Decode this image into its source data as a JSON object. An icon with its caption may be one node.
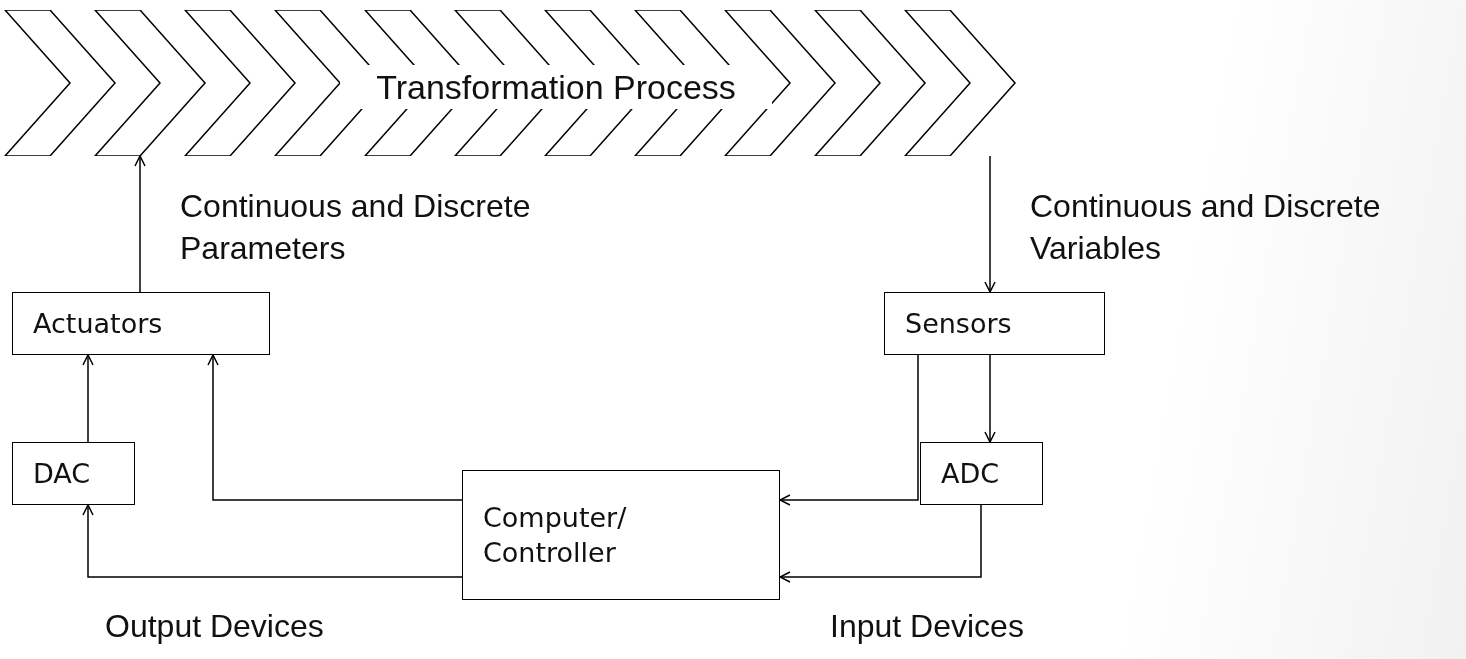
{
  "diagram": {
    "nodes": [
      {
        "text": [
          "Transformation Process"
        ]
      },
      {
        "text": [
          "Actuators"
        ]
      },
      {
        "text": [
          "Sensors"
        ]
      },
      {
        "text": [
          "DAC"
        ]
      },
      {
        "text": [
          "ADC"
        ]
      },
      {
        "text": [
          "Computer/ Controller"
        ]
      }
    ],
    "edges": [
      {
        "from": 1,
        "to": 0,
        "arrow": "to",
        "label": "Continuous and Discrete Parameters"
      },
      {
        "from": 0,
        "to": 2,
        "arrow": "to",
        "label": "Continuous and Discrete Variables"
      },
      {
        "from": 3,
        "to": 1,
        "arrow": "to"
      },
      {
        "from": 2,
        "to": 4,
        "arrow": "to"
      },
      {
        "from": 2,
        "to": 5,
        "arrow": "to"
      },
      {
        "from": 4,
        "to": 5,
        "arrow": "to"
      },
      {
        "from": 5,
        "to": 1,
        "arrow": "to"
      },
      {
        "from": 5,
        "to": 3,
        "arrow": "to"
      }
    ],
    "labels": [
      "Output Devices",
      "Input Devices"
    ]
  }
}
